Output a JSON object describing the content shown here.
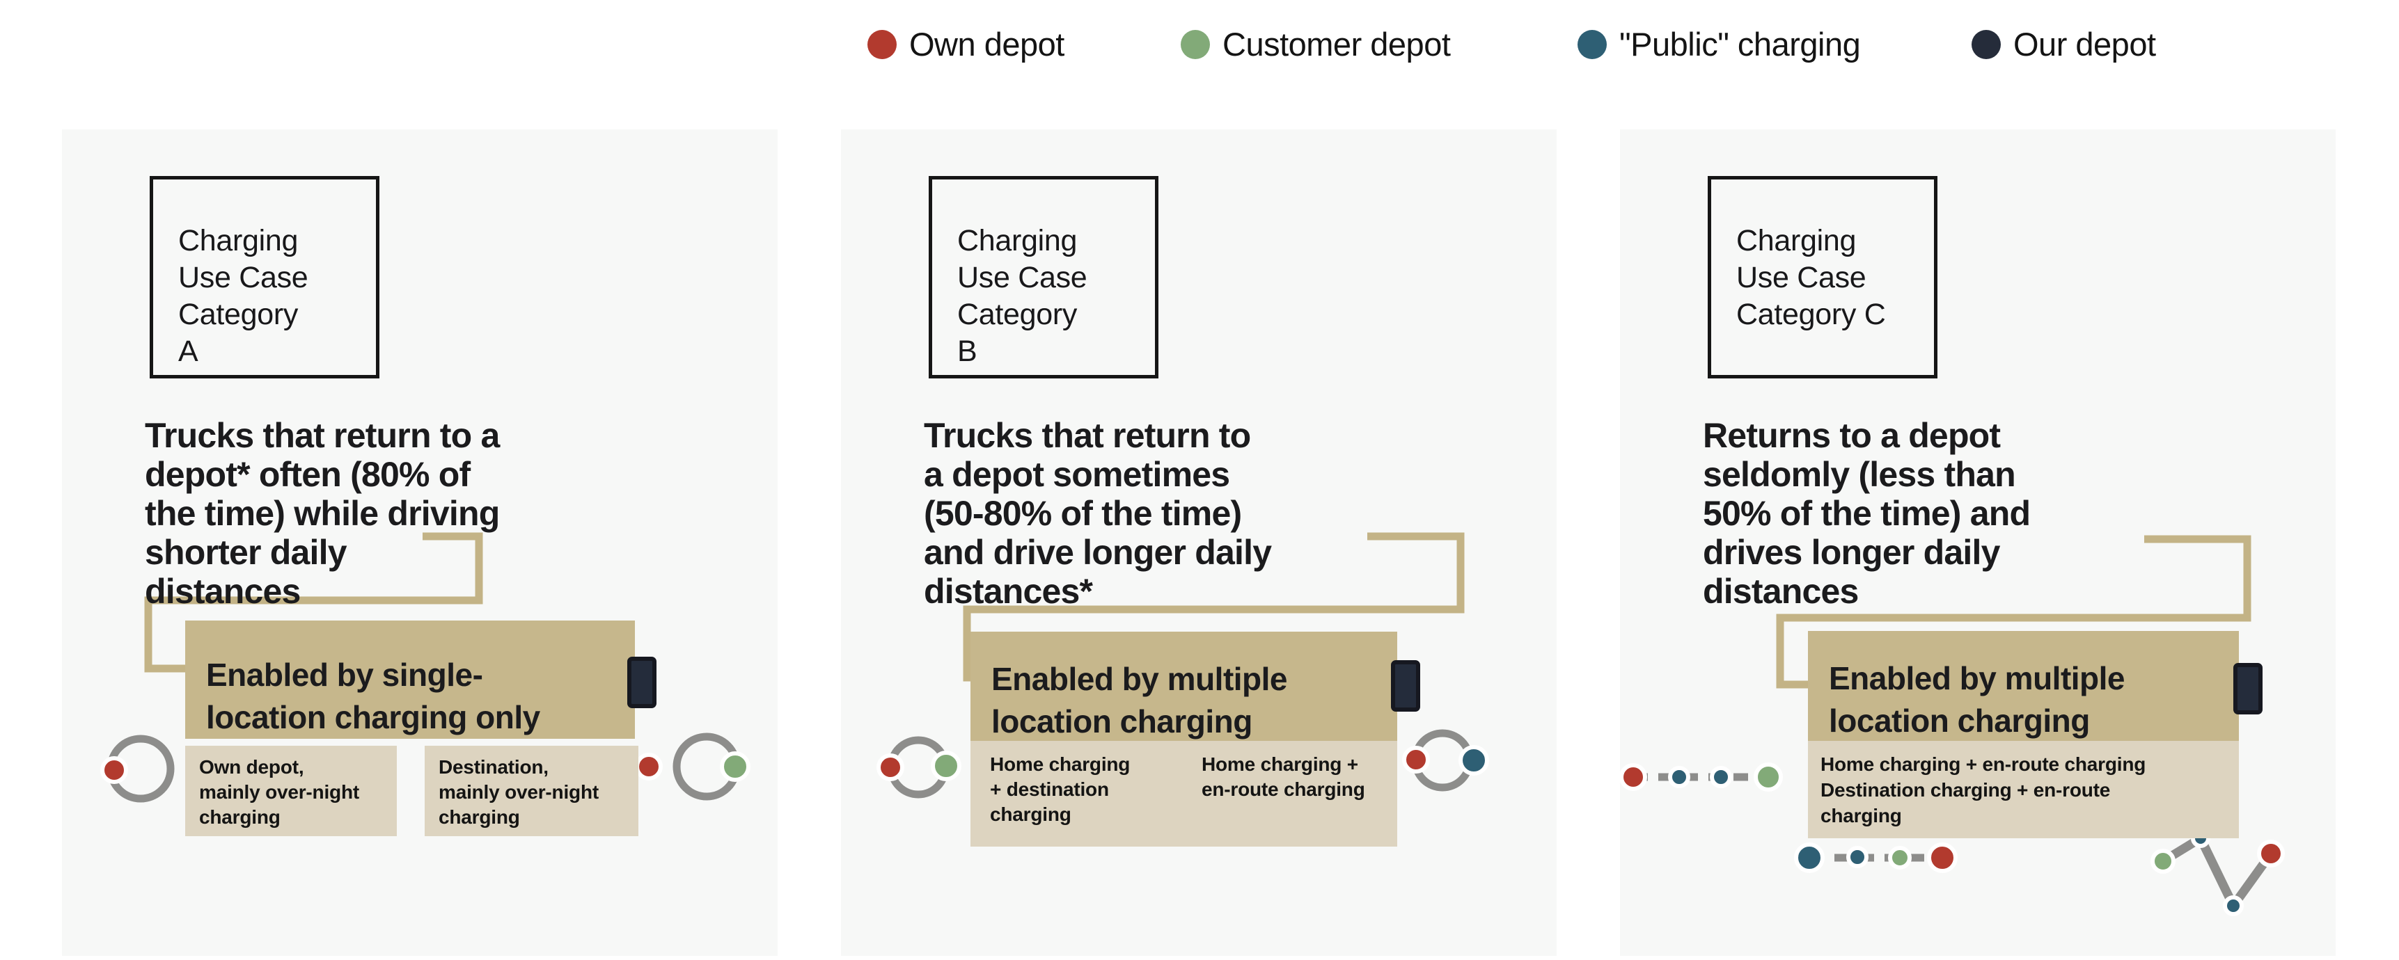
{
  "legend": {
    "items": [
      {
        "label": "Own depot",
        "color": "#b23a2e",
        "icon": "own-depot-dot"
      },
      {
        "label": "Customer depot",
        "color": "#82aa78",
        "icon": "customer-depot-dot"
      },
      {
        "label": "\"Public\" charging",
        "color": "#2e5f74",
        "icon": "public-charging-dot"
      },
      {
        "label": "Our depot",
        "color": "#252c3a",
        "icon": "our-depot-dot"
      }
    ]
  },
  "panels": [
    {
      "category": "Charging\nUse Case\nCategory\nA",
      "description": "Trucks that return to a\ndepot* often (80% of\nthe time) while driving\nshorter daily\ndistances",
      "enabled": "Enabled by single-\nlocation charging only",
      "sub_boxes": [
        "Own depot,\nmainly over-night\ncharging",
        "Destination,\nmainly over-night\ncharging"
      ],
      "icons": {
        "left": "route loop with own-depot stop",
        "right": "own-depot stop + route loop with customer-depot stop"
      }
    },
    {
      "category": "Charging\nUse Case\nCategory\nB",
      "description": "Trucks that return to\na depot sometimes\n(50-80% of the time)\nand drive longer daily\ndistances*",
      "enabled": "Enabled by multiple\nlocation charging",
      "sub_boxes": [
        "Home charging\n+ destination\ncharging",
        "Home charging +\nen-route charging"
      ],
      "icons": {
        "left": "route loop with own-depot and customer-depot stops",
        "right": "route loop with own-depot and public-charging stops"
      }
    },
    {
      "category": "Charging\nUse Case\nCategory C",
      "description": "Returns to a depot\nseldomly (less than\n50% of the time) and\ndrives longer daily\ndistances",
      "enabled": "Enabled by multiple\nlocation charging",
      "sub_boxes": [
        "Home charging + en-route charging\nDestination charging + en-route\ncharging"
      ],
      "icons": {
        "chain_1": "own-depot > public > public > customer-depot route",
        "chain_2": "public > public > customer-depot > own-depot route",
        "zigzag": "customer-depot > public > public > own-depot zigzag route"
      }
    }
  ],
  "colors": {
    "own_depot_red": "#b23a2e",
    "customer_depot_green": "#82aa78",
    "public_charging_teal": "#2e5f74",
    "our_depot_navy": "#252c3a",
    "route_gray": "#8d8d8b",
    "connector_tan": "#c3b386",
    "enabled_box_tan": "#c6b78c",
    "sub_box_tan": "#ddd4c0",
    "panel_background": "#f7f8f7",
    "battery_fill": "#242c3b"
  }
}
